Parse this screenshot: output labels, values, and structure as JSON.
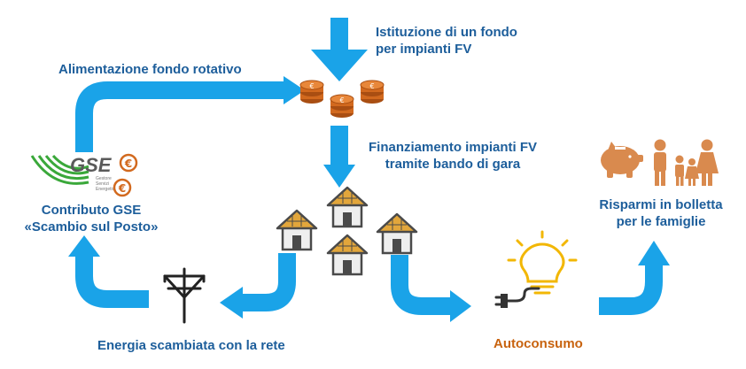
{
  "colors": {
    "arrow": "#1AA3E8",
    "label": "#1D5E9B",
    "orange_label": "#C8630F",
    "coin": "#D2691E",
    "family": "#D98A4E",
    "bulb": "#F2B705",
    "house_wall": "#EEEEEE",
    "house_outline": "#4A4A4A",
    "roof": "#E2A63B",
    "gse_green": "#3AA83A"
  },
  "icons": {
    "coins": "euro-coins-icon",
    "house": "house-with-solar-panel-icon",
    "pylon": "power-pylon-icon",
    "bulb": "light-bulb-icon",
    "plug": "electric-plug-icon",
    "piggy": "piggy-bank-icon",
    "family": "family-icon",
    "euro": "euro-icon"
  },
  "labels": {
    "fund_setup": [
      "Istituzione di un fondo",
      "per impianti FV"
    ],
    "fund_feed": "Alimentazione fondo rotativo",
    "financing": [
      "Finanziamento impianti FV",
      "tramite bando di gara"
    ],
    "gse_contribution": [
      "Contributo GSE",
      "«Scambio sul Posto»"
    ],
    "savings": [
      "Risparmi in bolletta",
      "per le famiglie"
    ],
    "grid_exchange": "Energia scambiata con la rete",
    "self_consumption": "Autoconsumo"
  },
  "gse_logo": {
    "text": "GSE",
    "subtitle": [
      "Gestore",
      "Servizi",
      "Energetici"
    ]
  },
  "euro_symbol": "€"
}
